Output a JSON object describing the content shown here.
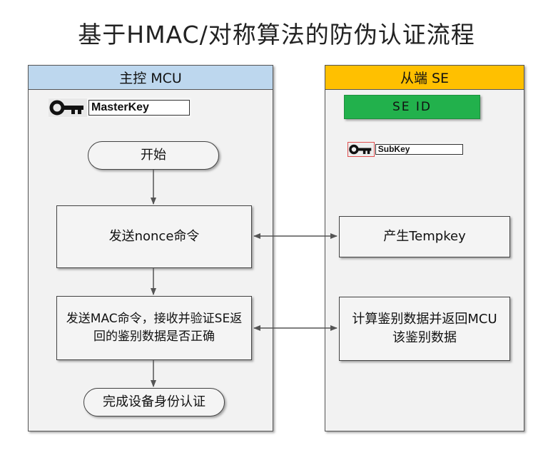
{
  "title": "基于HMAC/对称算法的防伪认证流程",
  "lanes": {
    "mcu": {
      "header": "主控 MCU",
      "key_label": "MasterKey",
      "steps": {
        "start": "开始",
        "send_nonce": "发送nonce命令",
        "send_mac": "发送MAC命令，接收并验证SE返回的鉴别数据是否正确",
        "done": "完成设备身份认证"
      }
    },
    "se": {
      "header": "从端 SE",
      "id_label": "SE ID",
      "key_label": "SubKey",
      "steps": {
        "gen_tempkey": "产生Tempkey",
        "calc_auth": "计算鉴别数据并返回MCU该鉴别数据"
      }
    }
  },
  "colors": {
    "mcu_header": "#bdd7ee",
    "se_header": "#ffc000",
    "se_id": "#22b14c",
    "arrow": "#555555"
  },
  "icons": [
    "key-icon",
    "key-icon"
  ]
}
